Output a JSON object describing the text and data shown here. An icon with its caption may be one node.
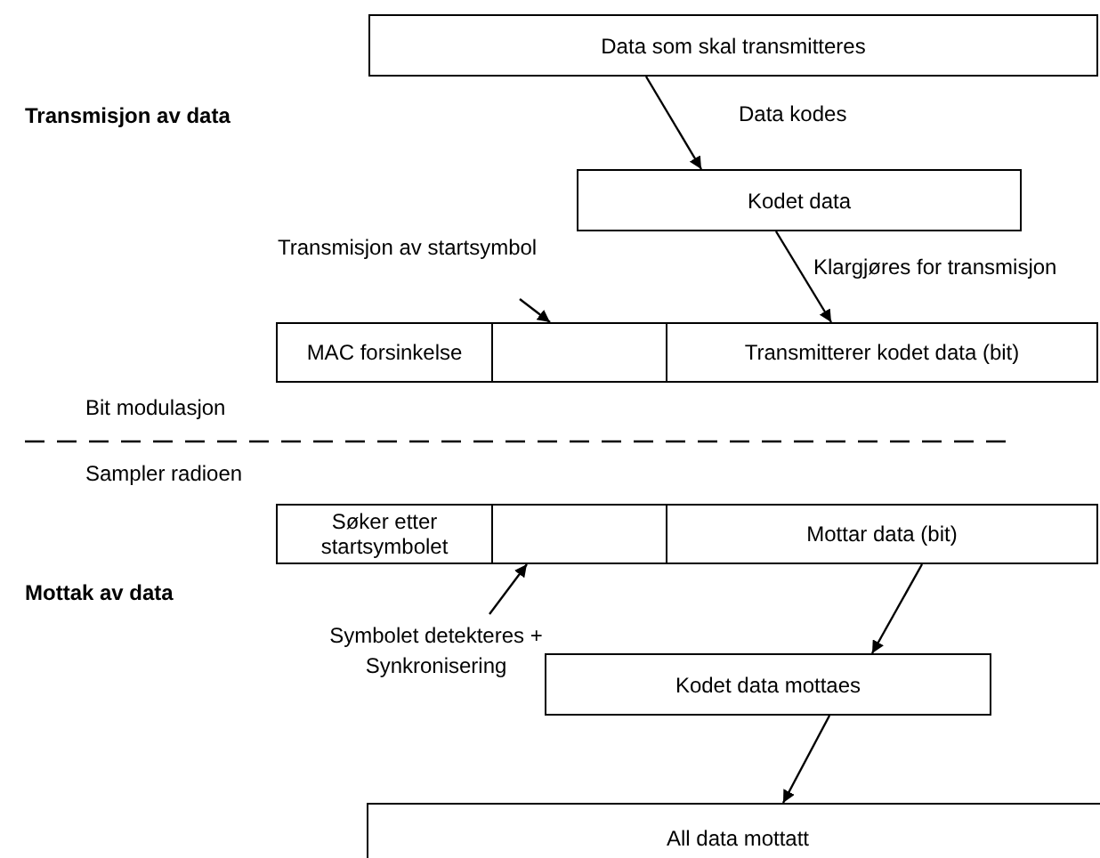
{
  "diagram": {
    "nodes": [
      {
        "text": [
          "Data som skal transmitteres"
        ]
      },
      {
        "text": [
          "Kodet data"
        ]
      },
      {
        "text": [
          "MAC forsinkelse"
        ]
      },
      {
        "text": [],
        "shape": "box"
      },
      {
        "text": [
          "Transmitterer kodet data (bit)"
        ]
      },
      {
        "text": [
          "Søker etter startsymbolet"
        ]
      },
      {
        "text": [],
        "shape": "box"
      },
      {
        "text": [
          "Mottar data (bit)"
        ]
      },
      {
        "text": [
          "Kodet data mottaes"
        ]
      },
      {
        "text": [
          "All data mottatt"
        ]
      }
    ],
    "edges": [
      {
        "from": 0,
        "to": 1,
        "arrow": "to",
        "label": "Data kodes"
      },
      {
        "from": null,
        "to": 3,
        "arrow": "to",
        "label": "Transmisjon av startsymbol"
      },
      {
        "from": 1,
        "to": 4,
        "arrow": "to",
        "label": "Klargjøres for transmisjon"
      },
      {
        "from": null,
        "to": 6,
        "arrow": "to",
        "label": "Symbolet detekteres + Synkronisering"
      },
      {
        "from": 7,
        "to": 8,
        "arrow": "to"
      },
      {
        "from": 8,
        "to": 9,
        "arrow": "to"
      }
    ],
    "labels": [
      "Transmisjon av data",
      "Bit modulasjon",
      "Sampler radioen",
      "Mottak av data"
    ]
  }
}
